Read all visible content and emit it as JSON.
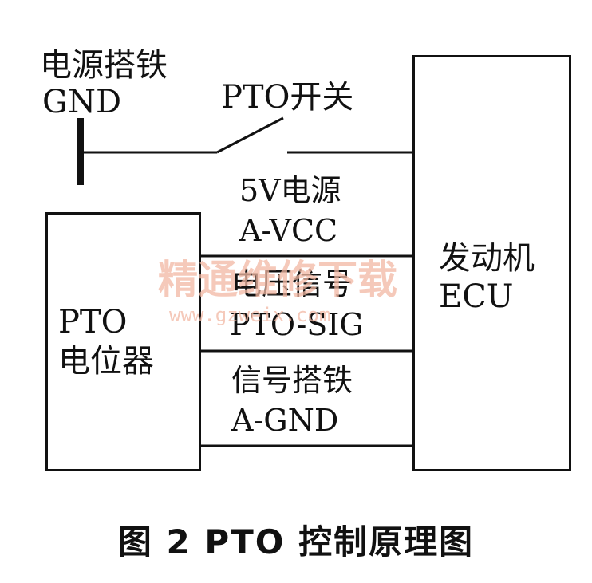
{
  "gnd": {
    "cn": "电源搭铁",
    "en": "GND"
  },
  "switch": {
    "label": "PTO开关"
  },
  "pot": {
    "line1": "PTO",
    "line2": "电位器"
  },
  "ecu": {
    "line1": "发动机",
    "line2": "ECU"
  },
  "wires": {
    "vcc": {
      "cn": "5V电源",
      "en": "A-VCC"
    },
    "sig": {
      "cn": "电压信号",
      "en": "PTO-SIG"
    },
    "agnd": {
      "cn": "信号搭铁",
      "en": "A-GND"
    }
  },
  "watermark": {
    "cn": "精通维修下载",
    "url": "www.gzweix.com"
  },
  "caption": "图 2   PTO 控制原理图"
}
